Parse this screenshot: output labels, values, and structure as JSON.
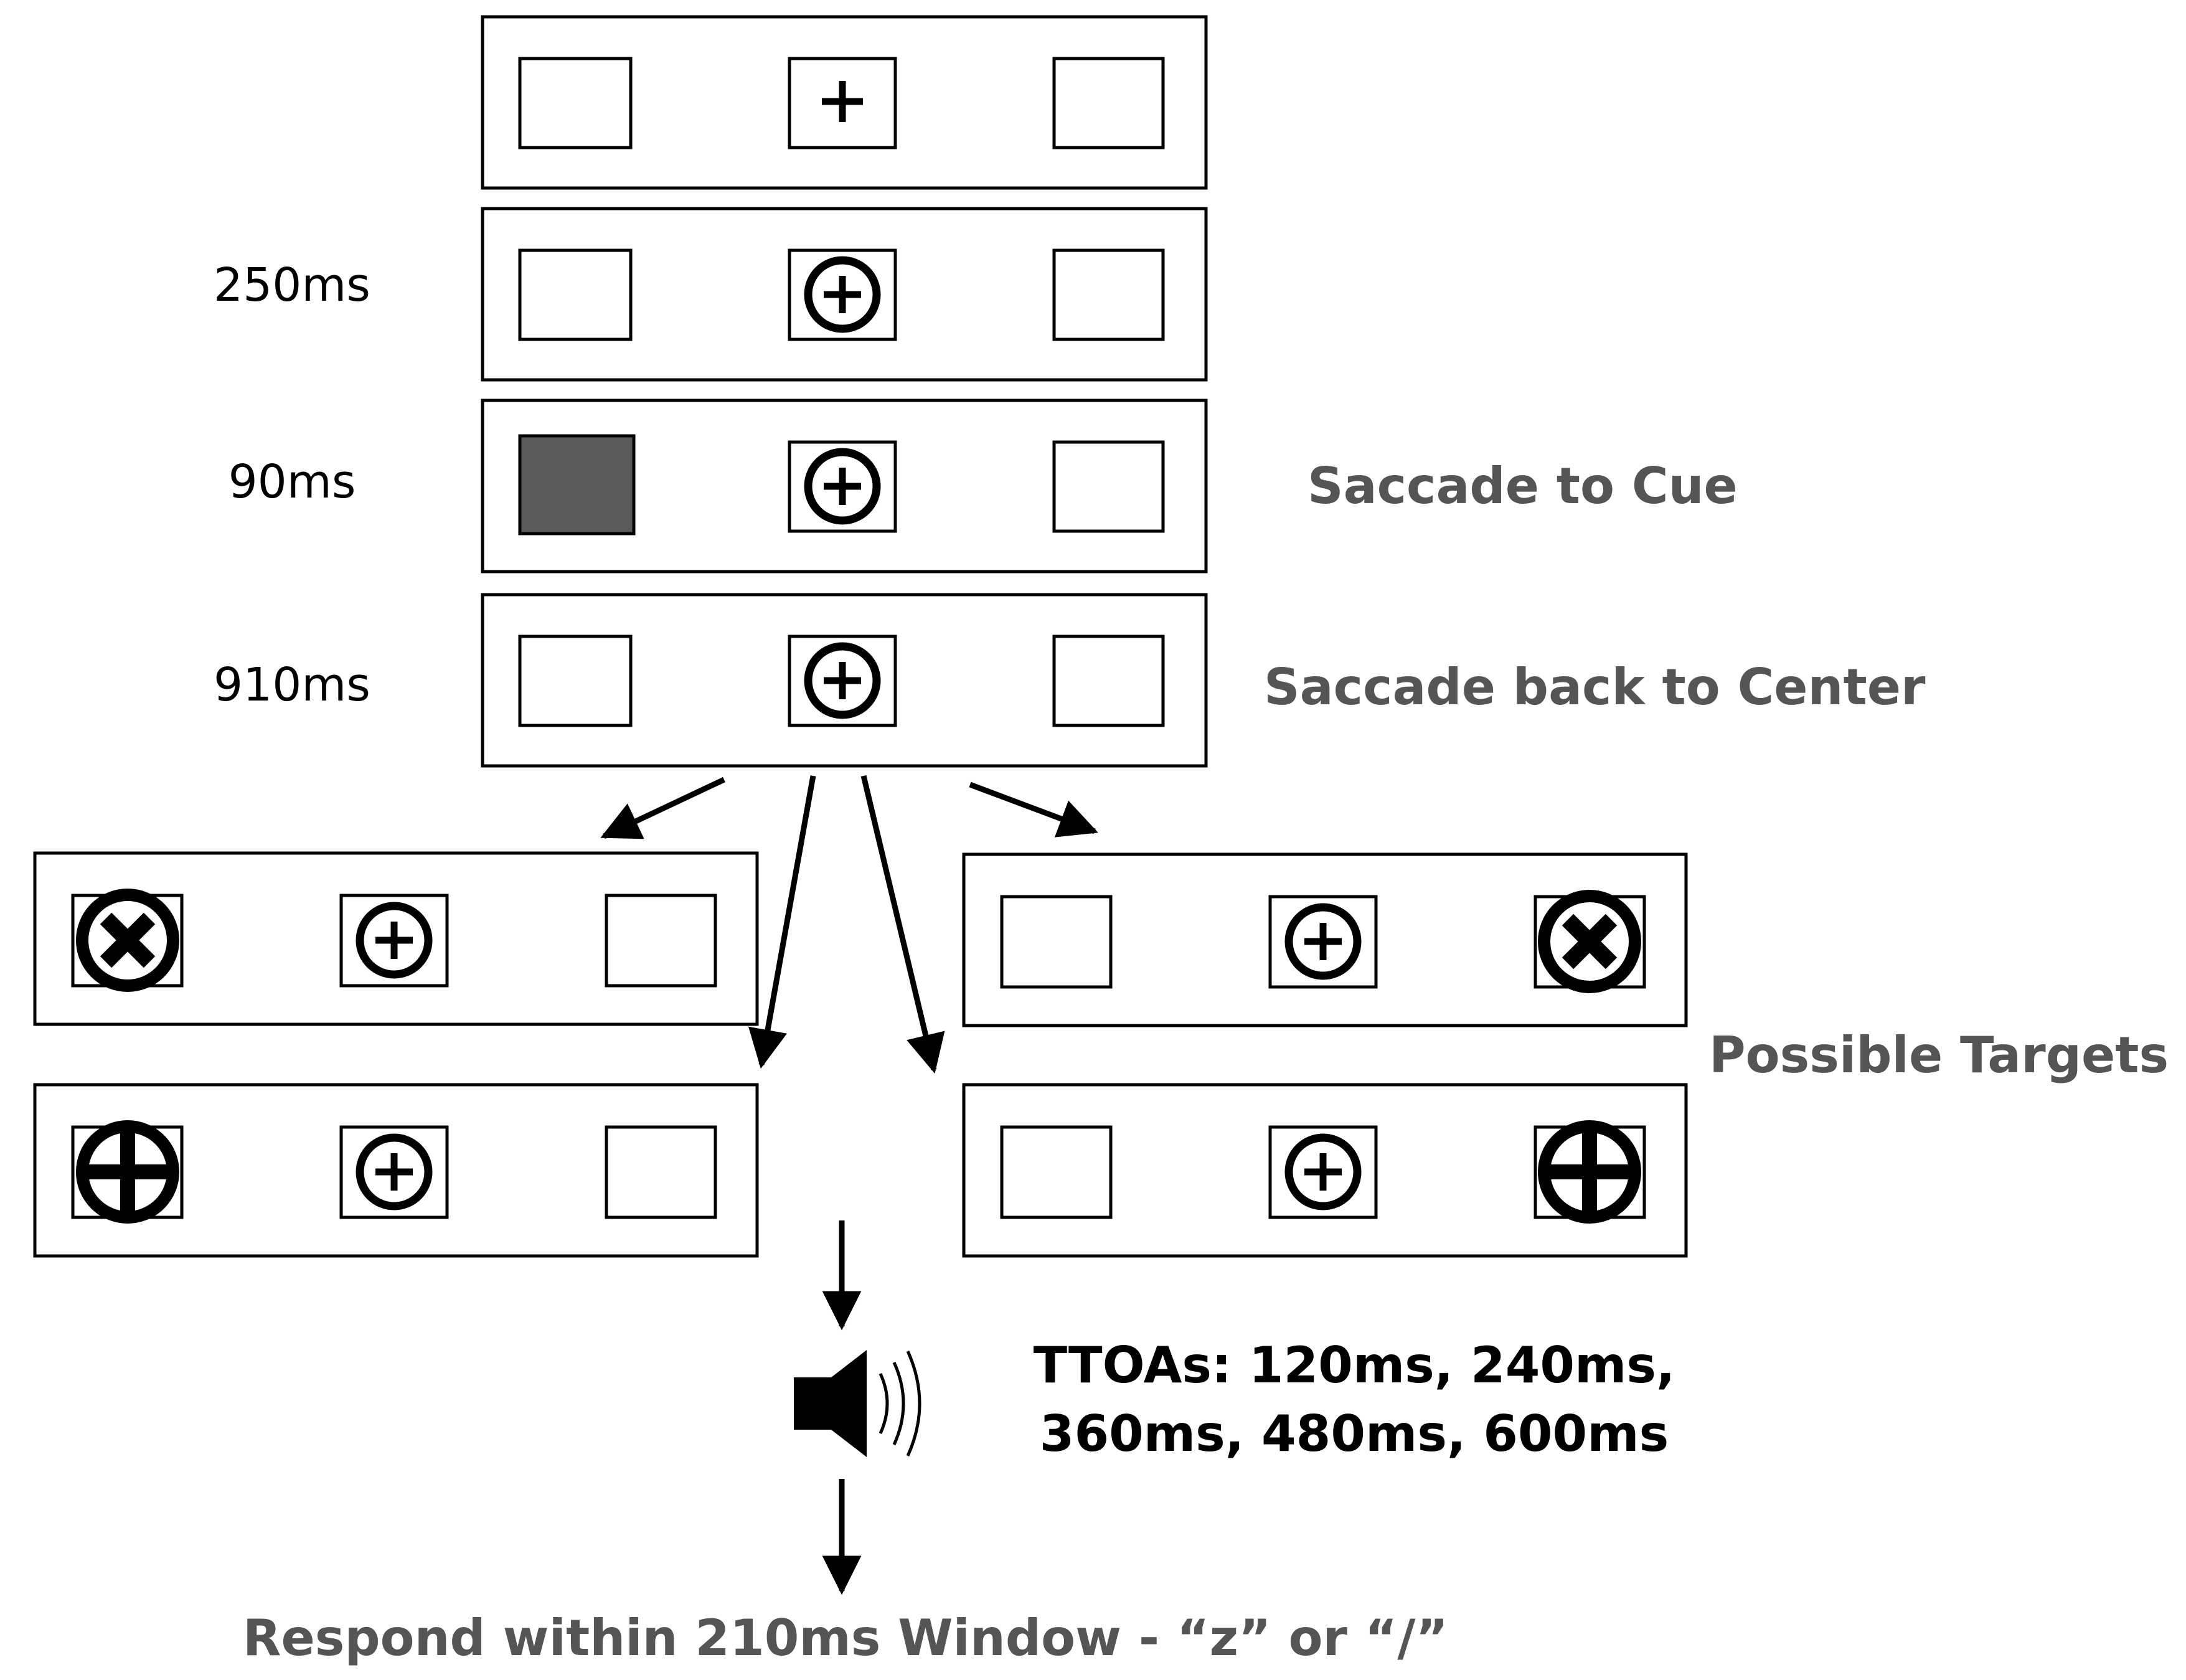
{
  "timings": {
    "fix_cue": "250ms",
    "cue": "90ms",
    "back": "910ms"
  },
  "annotations": {
    "saccade_to_cue": "Saccade to Cue",
    "saccade_back": "Saccade back to Center",
    "possible_targets": "Possible Targets",
    "ttoas_line1": "TTOAs: 120ms, 240ms,",
    "ttoas_line2": "360ms, 480ms, 600ms",
    "respond": "Respond within 210ms Window - “z” or “/”"
  },
  "colors": {
    "cue_fill": "#5a5a5a",
    "annotation_text": "#555555",
    "stroke": "#000000"
  },
  "icons": [
    "fixation-plus-icon",
    "fixation-circle-icon",
    "target-x-icon",
    "target-plus-icon",
    "speaker-icon",
    "arrow-icon"
  ]
}
